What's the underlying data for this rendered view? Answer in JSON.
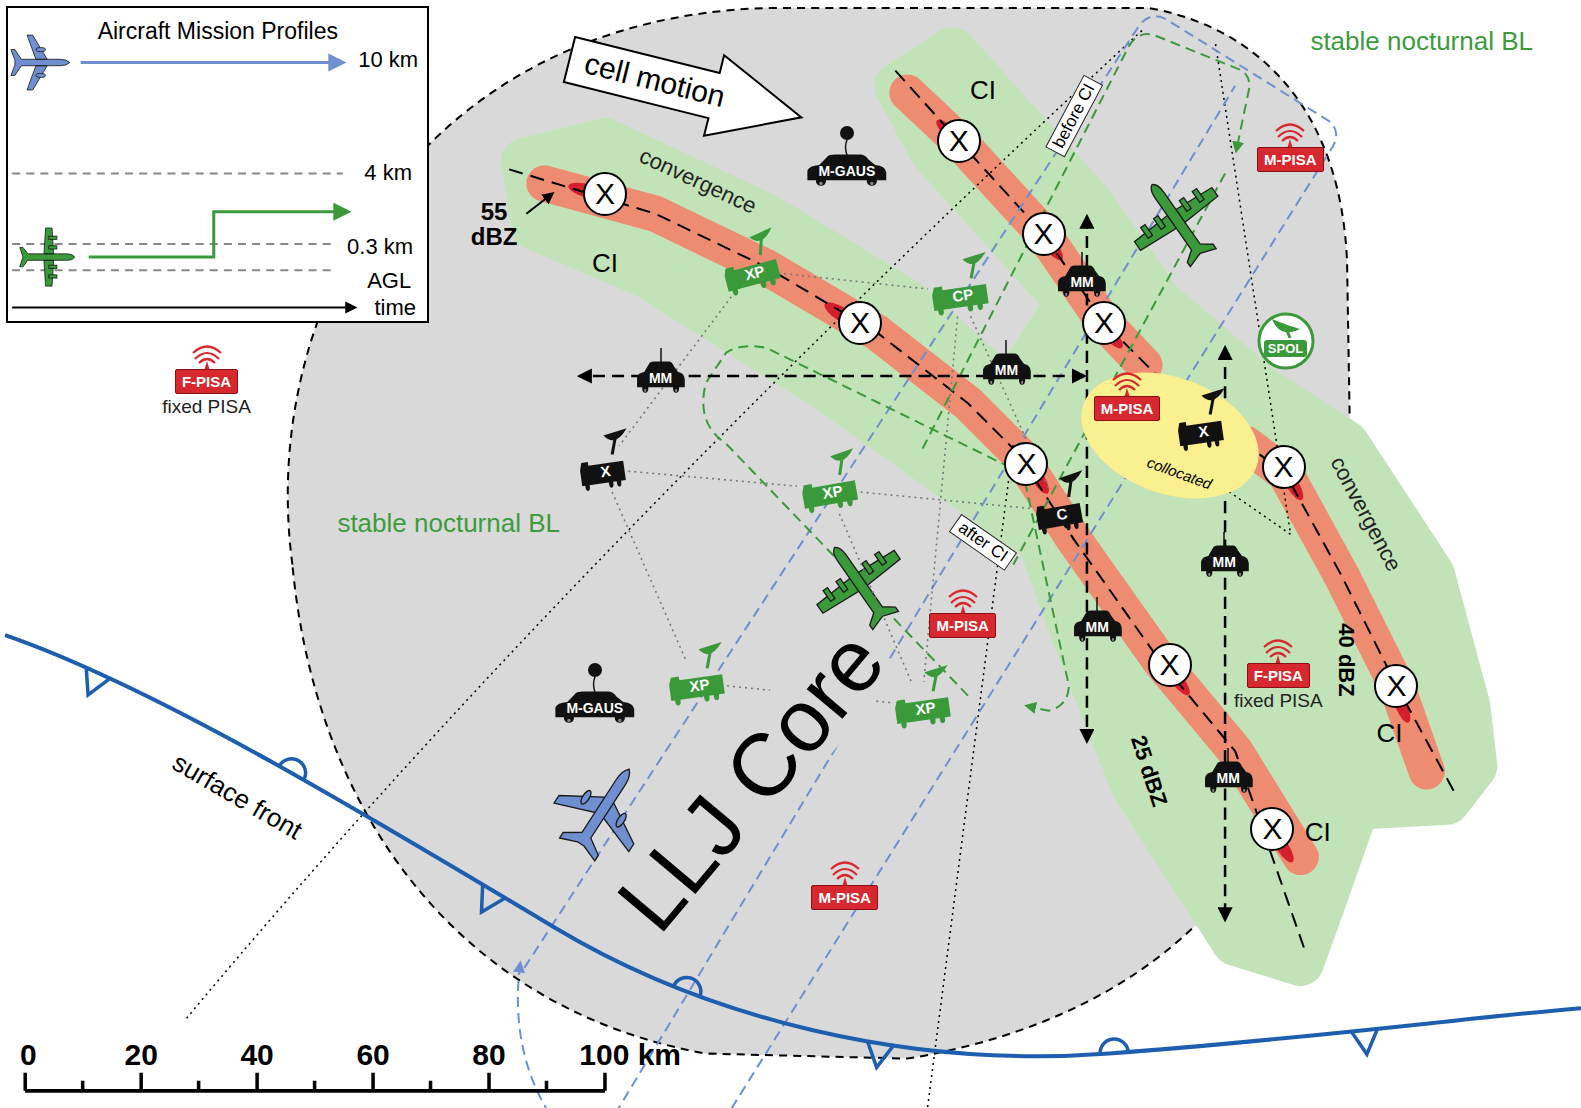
{
  "diagram": {
    "nodes": [
      {
        "text": [
          "Aircraft Mission Profiles"
        ]
      },
      {
        "text": [
          "cell motion"
        ]
      },
      {
        "text": [
          "X"
        ]
      },
      {
        "text": [
          "X"
        ]
      },
      {
        "text": [
          "X"
        ]
      },
      {
        "text": [
          "X"
        ]
      },
      {
        "text": [
          "X"
        ]
      },
      {
        "text": [
          "X"
        ]
      },
      {
        "text": [
          "X"
        ]
      },
      {
        "text": [
          "X"
        ]
      },
      {
        "text": [
          "X"
        ]
      },
      {
        "text": [
          "X"
        ]
      },
      {
        "text": [
          "M-GAUS"
        ]
      },
      {
        "text": [
          "M-GAUS"
        ]
      },
      {
        "text": [
          "F-PISA",
          "fixed PISA"
        ]
      },
      {
        "text": [
          "F-PISA",
          "fixed PISA"
        ]
      },
      {
        "text": [
          "M-PISA"
        ]
      },
      {
        "text": [
          "M-PISA"
        ]
      },
      {
        "text": [
          "M-PISA"
        ]
      },
      {
        "text": [
          "collocated"
        ]
      },
      {
        "text": [
          "M-PISA"
        ],
        "in": 19
      },
      {
        "text": [
          "X"
        ],
        "in": 19
      },
      {
        "text": [
          "SPOL"
        ]
      },
      {
        "text": [
          "XP"
        ]
      },
      {
        "text": [
          "CP"
        ]
      },
      {
        "text": [
          "X"
        ]
      },
      {
        "text": [
          "XP"
        ]
      },
      {
        "text": [
          "C"
        ]
      },
      {
        "text": [
          "XP"
        ]
      },
      {
        "text": [
          "XP"
        ]
      },
      {
        "text": [
          "MM"
        ]
      },
      {
        "text": [
          "MM"
        ]
      },
      {
        "text": [
          "MM"
        ]
      },
      {
        "text": [
          "MM"
        ]
      },
      {
        "text": [
          "MM"
        ]
      },
      {
        "text": [
          "MM"
        ]
      }
    ],
    "edges": [
      {
        "from": 23,
        "to": 24,
        "arrow": "none"
      },
      {
        "from": 23,
        "to": 25,
        "arrow": "none"
      },
      {
        "from": 25,
        "to": 26,
        "arrow": "none"
      },
      {
        "from": 25,
        "to": 28,
        "arrow": "none"
      },
      {
        "from": 26,
        "to": 27,
        "arrow": "none"
      },
      {
        "from": 24,
        "to": 27,
        "arrow": "none"
      },
      {
        "from": 28,
        "to": 29,
        "arrow": "none"
      },
      {
        "from": 26,
        "to": 29,
        "arrow": "none"
      },
      {
        "from": 24,
        "to": 29,
        "arrow": "none"
      }
    ],
    "labels": [
      "10 km",
      "4 km",
      "0.3 km",
      "AGL",
      "time",
      "stable nocturnal BL",
      "stable nocturnal BL",
      "convergence",
      "convergence",
      "CI",
      "CI",
      "CI",
      "CI",
      "55 dBZ",
      "40 dBZ",
      "25 dBZ",
      "before CI",
      "after CI",
      "LLJ Core",
      "surface front",
      "0",
      "20",
      "40",
      "60",
      "80",
      "100 km"
    ]
  }
}
